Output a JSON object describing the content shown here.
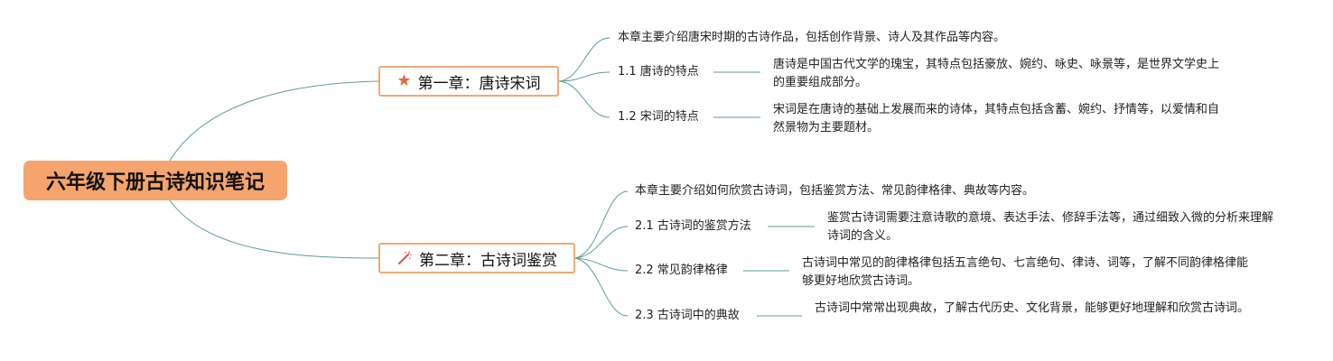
{
  "root": {
    "title": "六年级下册古诗知识笔记"
  },
  "chapters": [
    {
      "title": "第一章：唐诗宋词",
      "icon": "star-icon",
      "intro": "本章主要介绍唐宋时期的古诗作品，包括创作背景、诗人及其作品等内容。",
      "sections": [
        {
          "label": "1.1 唐诗的特点",
          "detail": "唐诗是中国古代文学的瑰宝，其特点包括豪放、婉约、咏史、咏景等，是世界文学史上的重要组成部分。"
        },
        {
          "label": "1.2 宋词的特点",
          "detail": "宋词是在唐诗的基础上发展而来的诗体，其特点包括含蓄、婉约、抒情等，以爱情和自然景物为主要题材。"
        }
      ]
    },
    {
      "title": "第二章：古诗词鉴赏",
      "icon": "magic-wand-icon",
      "intro": "本章主要介绍如何欣赏古诗词，包括鉴赏方法、常见韵律格律、典故等内容。",
      "sections": [
        {
          "label": "2.1 古诗词的鉴赏方法",
          "detail": "鉴赏古诗词需要注意诗歌的意境、表达手法、修辞手法等，通过细致入微的分析来理解诗词的含义。"
        },
        {
          "label": "2.2 常见韵律格律",
          "detail": "古诗词中常见的韵律格律包括五言绝句、七言绝句、律诗、词等，了解不同韵律格律能够更好地欣赏古诗词。"
        },
        {
          "label": "2.3 古诗词中的典故",
          "detail": "古诗词中常常出现典故，了解古代历史、文化背景，能够更好地理解和欣赏古诗词。"
        }
      ]
    }
  ],
  "colors": {
    "root_fill": "#f4a46c",
    "chapter_border": "#f0a878",
    "link": "#5a9e8f",
    "star_icon": "#e2693a",
    "wand_icon": "#d9534f"
  }
}
